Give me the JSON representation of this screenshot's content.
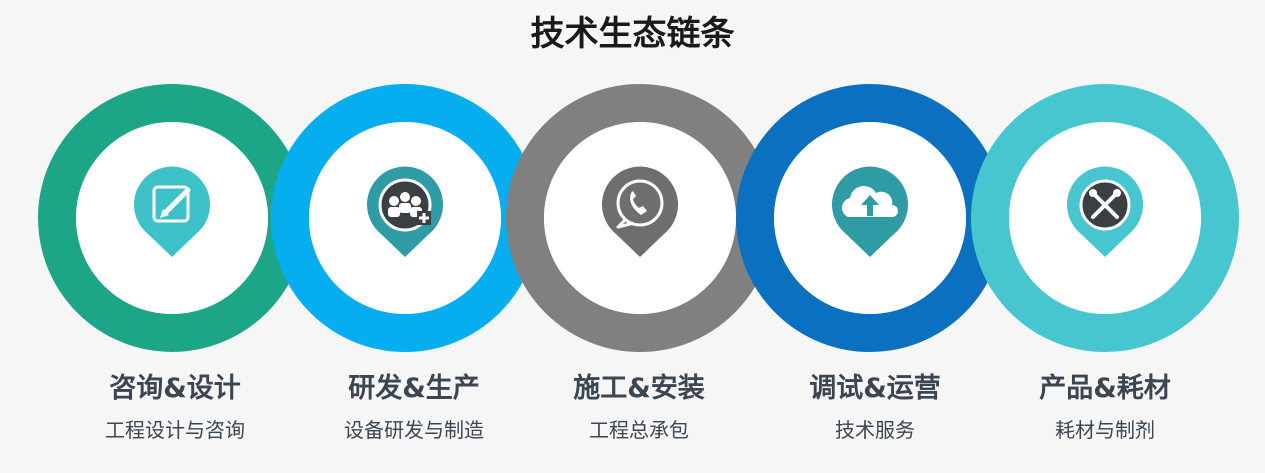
{
  "title": "技术生态链条",
  "steps": [
    {
      "label": "咨询&设计",
      "sub": "工程设计与咨询",
      "icon": "pencil-icon",
      "ring_color": "#1ca586",
      "pin_color": "#3fc1ca"
    },
    {
      "label": "研发&生产",
      "sub": "设备研发与制造",
      "icon": "team-icon",
      "ring_color": "#06aef0",
      "pin_color": "#2f9ca5"
    },
    {
      "label": "施工&安装",
      "sub": "工程总承包",
      "icon": "phone-icon",
      "ring_color": "#808080",
      "pin_color": "#6e6e6e"
    },
    {
      "label": "调试&运营",
      "sub": "技术服务",
      "icon": "cloud-upload-icon",
      "ring_color": "#0a70bf",
      "pin_color": "#2f9ca5"
    },
    {
      "label": "产品&耗材",
      "sub": "耗材与制剂",
      "icon": "tools-icon",
      "ring_color": "#48c6d0",
      "pin_color": "#48c6d0"
    }
  ]
}
